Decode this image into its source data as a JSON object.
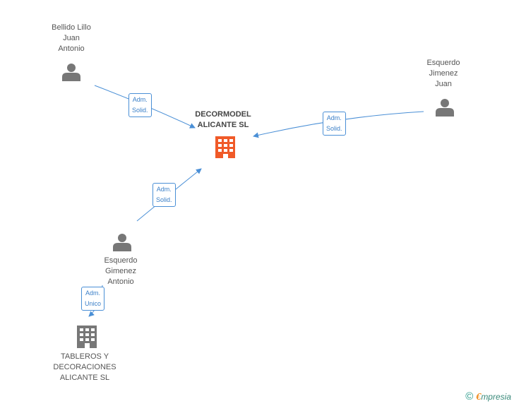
{
  "nodes": {
    "bellido": {
      "label": "Bellido Lillo\nJuan\nAntonio",
      "icon": "person-icon"
    },
    "esquerdo_jimenez": {
      "label": "Esquerdo\nJimenez\nJuan",
      "icon": "person-icon"
    },
    "decormodel": {
      "label": "DECORMODEL\nALICANTE SL",
      "icon": "building-icon"
    },
    "esquerdo_gimenez": {
      "label": "Esquerdo\nGimenez\nAntonio",
      "icon": "person-icon"
    },
    "tableros": {
      "label": "TABLEROS Y\nDECORACIONES\nALICANTE SL",
      "icon": "building-icon"
    }
  },
  "edges": {
    "bellido_to_decormodel": "Adm.\nSolid.",
    "jimenez_to_decormodel": "Adm.\nSolid.",
    "gimenez_to_decormodel": "Adm.\nSolid.",
    "gimenez_to_tableros": "Adm.\nUnico"
  },
  "colors": {
    "edge": "#4a8fd6",
    "person": "#777777",
    "main_company": "#f05a28",
    "company": "#777777"
  },
  "footer": {
    "copyright": "©",
    "brand_e": "€",
    "brand_rest": "mpresia"
  }
}
